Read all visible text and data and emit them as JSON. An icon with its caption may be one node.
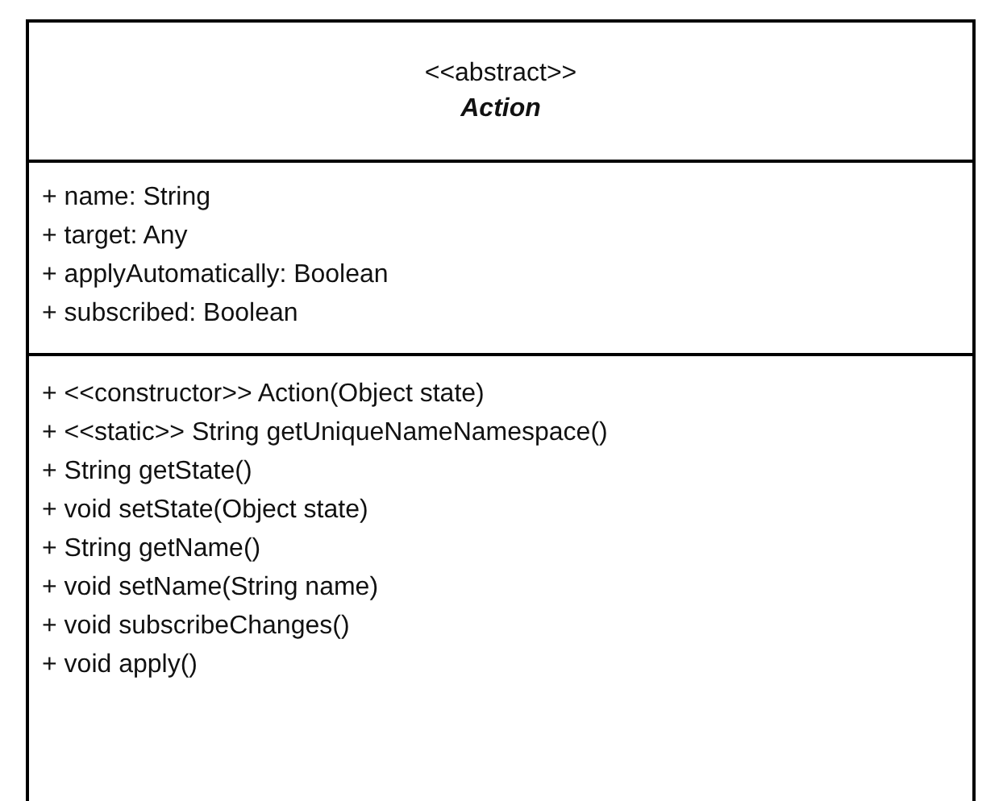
{
  "diagram": {
    "nodes": [
      {
        "text": [
          "<<abstract>>",
          "Action"
        ]
      },
      {
        "text": [
          "+ name: String",
          "+ target: Any",
          "+ applyAutomatically: Boolean",
          "+ subscribed: Boolean"
        ],
        "in": 0
      },
      {
        "text": [
          "+ <<constructor>> Action(Object state)",
          "+ <<static>> String getUniqueNameNamespace()",
          "+ String getState()",
          "+ void setState(Object state)",
          "+ String getName()",
          "+ void setName(String name)",
          "+ void subscribeChanges()",
          "+ void apply()"
        ],
        "in": 0
      }
    ]
  }
}
